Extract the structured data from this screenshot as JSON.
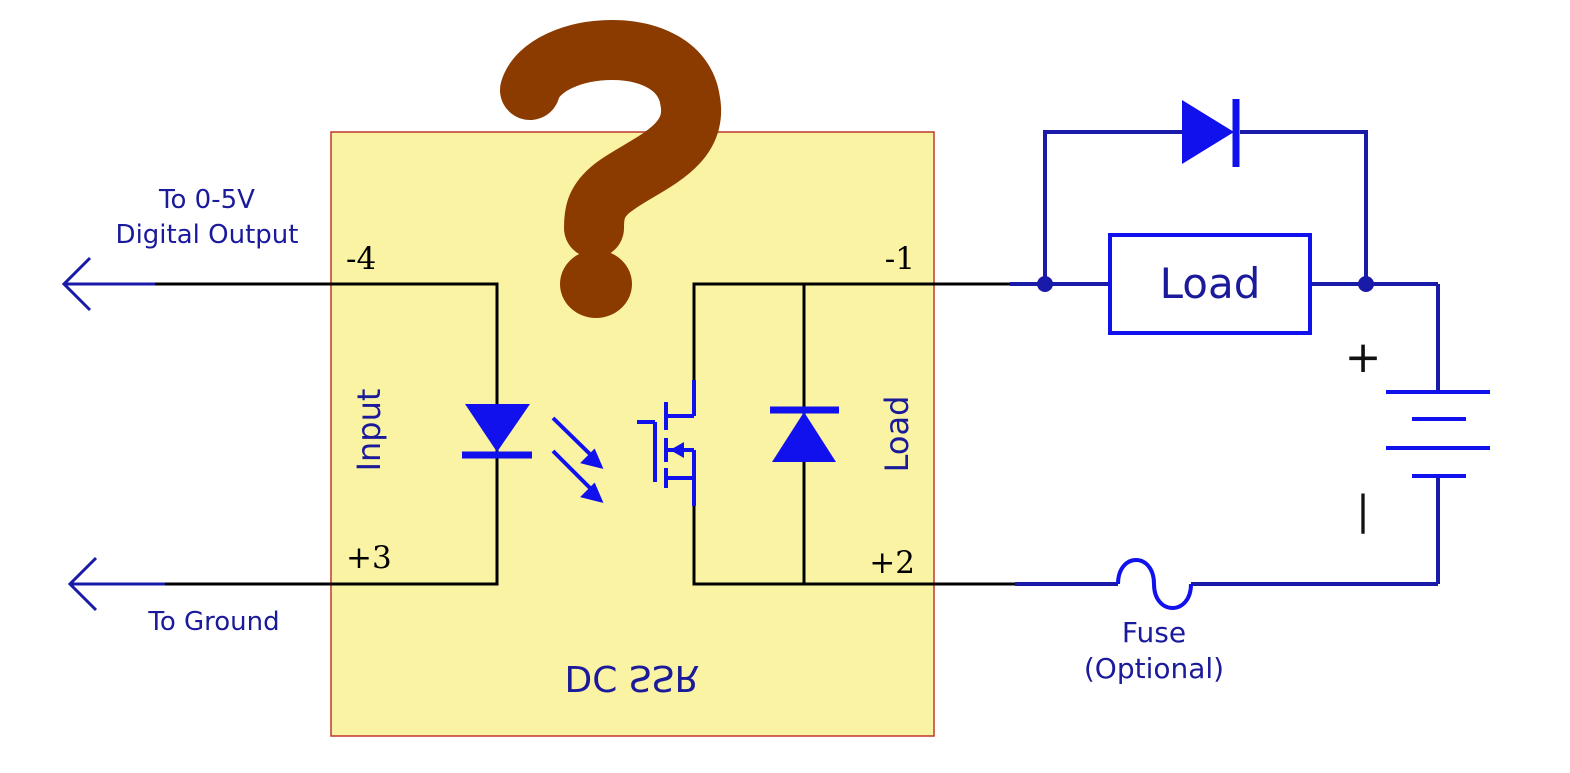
{
  "colors": {
    "ssr_fill": "#fbf3a4",
    "ssr_border": "#c0392b",
    "wire_black": "#000000",
    "wire_blue": "#1a1aa8",
    "component_blue": "#1111ee",
    "label_blue": "#1a1a9a",
    "question_mark": "#8b3a00"
  },
  "ssr": {
    "title": "DC SSR",
    "input_label": "Input",
    "load_label": "Load",
    "pins": {
      "p4": "-4",
      "p3": "+3",
      "p1": "-1",
      "p2": "+2"
    }
  },
  "external": {
    "to_output_line1": "To 0-5V",
    "to_output_line2": "Digital Output",
    "to_ground": "To Ground",
    "load_box": "Load",
    "battery_plus": "+",
    "battery_minus": "|",
    "fuse_line1": "Fuse",
    "fuse_line2": "(Optional)"
  },
  "icons": {
    "question_mark": "question-mark-icon",
    "led": "led-diode-icon",
    "light": "light-arrows-icon",
    "mosfet": "mosfet-icon",
    "protection_diode": "diode-icon",
    "flyback_diode": "flyback-diode-icon",
    "battery": "battery-icon",
    "fuse": "fuse-icon"
  }
}
